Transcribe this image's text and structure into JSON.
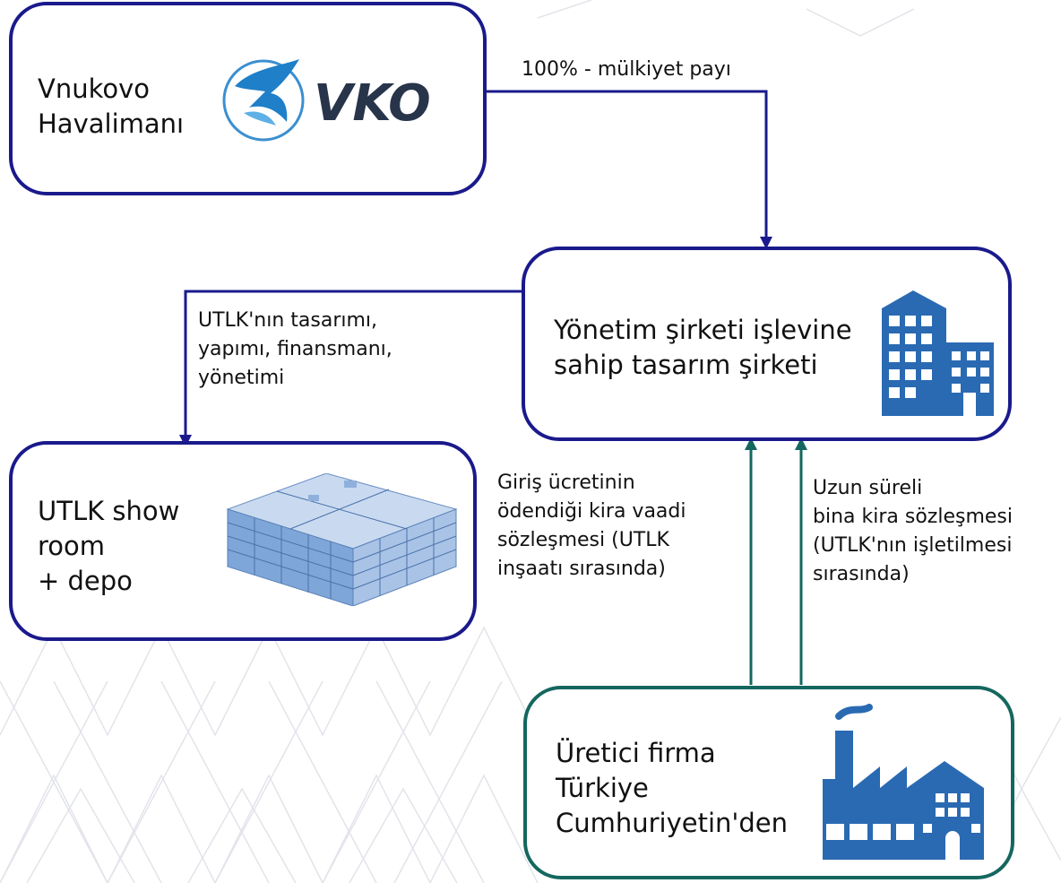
{
  "colors": {
    "navy": "#1a1a8c",
    "green": "#14675f",
    "icon_blue": "#2a6ab2",
    "background_pattern": "#d8dbe2"
  },
  "nodes": {
    "vnukovo": {
      "lines": [
        "Vnukovo",
        "Havalimanı"
      ],
      "logo_text": "VKO"
    },
    "management": {
      "lines": [
        "Yönetim şirketi işlevine",
        "sahip tasarım şirketi"
      ],
      "icon": "office-building-icon"
    },
    "showroom": {
      "lines": [
        "UTLK show",
        "room",
        "+ depo"
      ],
      "icon": "warehouse-building-icon"
    },
    "producer": {
      "lines": [
        "Üretici firma",
        "Türkiye",
        "Cumhuriyetin'den"
      ],
      "icon": "factory-icon"
    }
  },
  "edges": {
    "ownership": [
      "100% - mülkiyet payı"
    ],
    "design_build": [
      "UTLK'nın tasarımı,",
      "yapımı, finansmanı,",
      "yönetimi"
    ],
    "entry_fee": [
      "Giriş ücretinin",
      "ödendiği kira vaadi",
      "sözleşmesi (UTLK",
      "inşaatı sırasında)"
    ],
    "long_term": [
      "Uzun süreli",
      "bina kira sözleşmesi",
      "(UTLK'nın işletilmesi",
      "sırasında)"
    ]
  }
}
